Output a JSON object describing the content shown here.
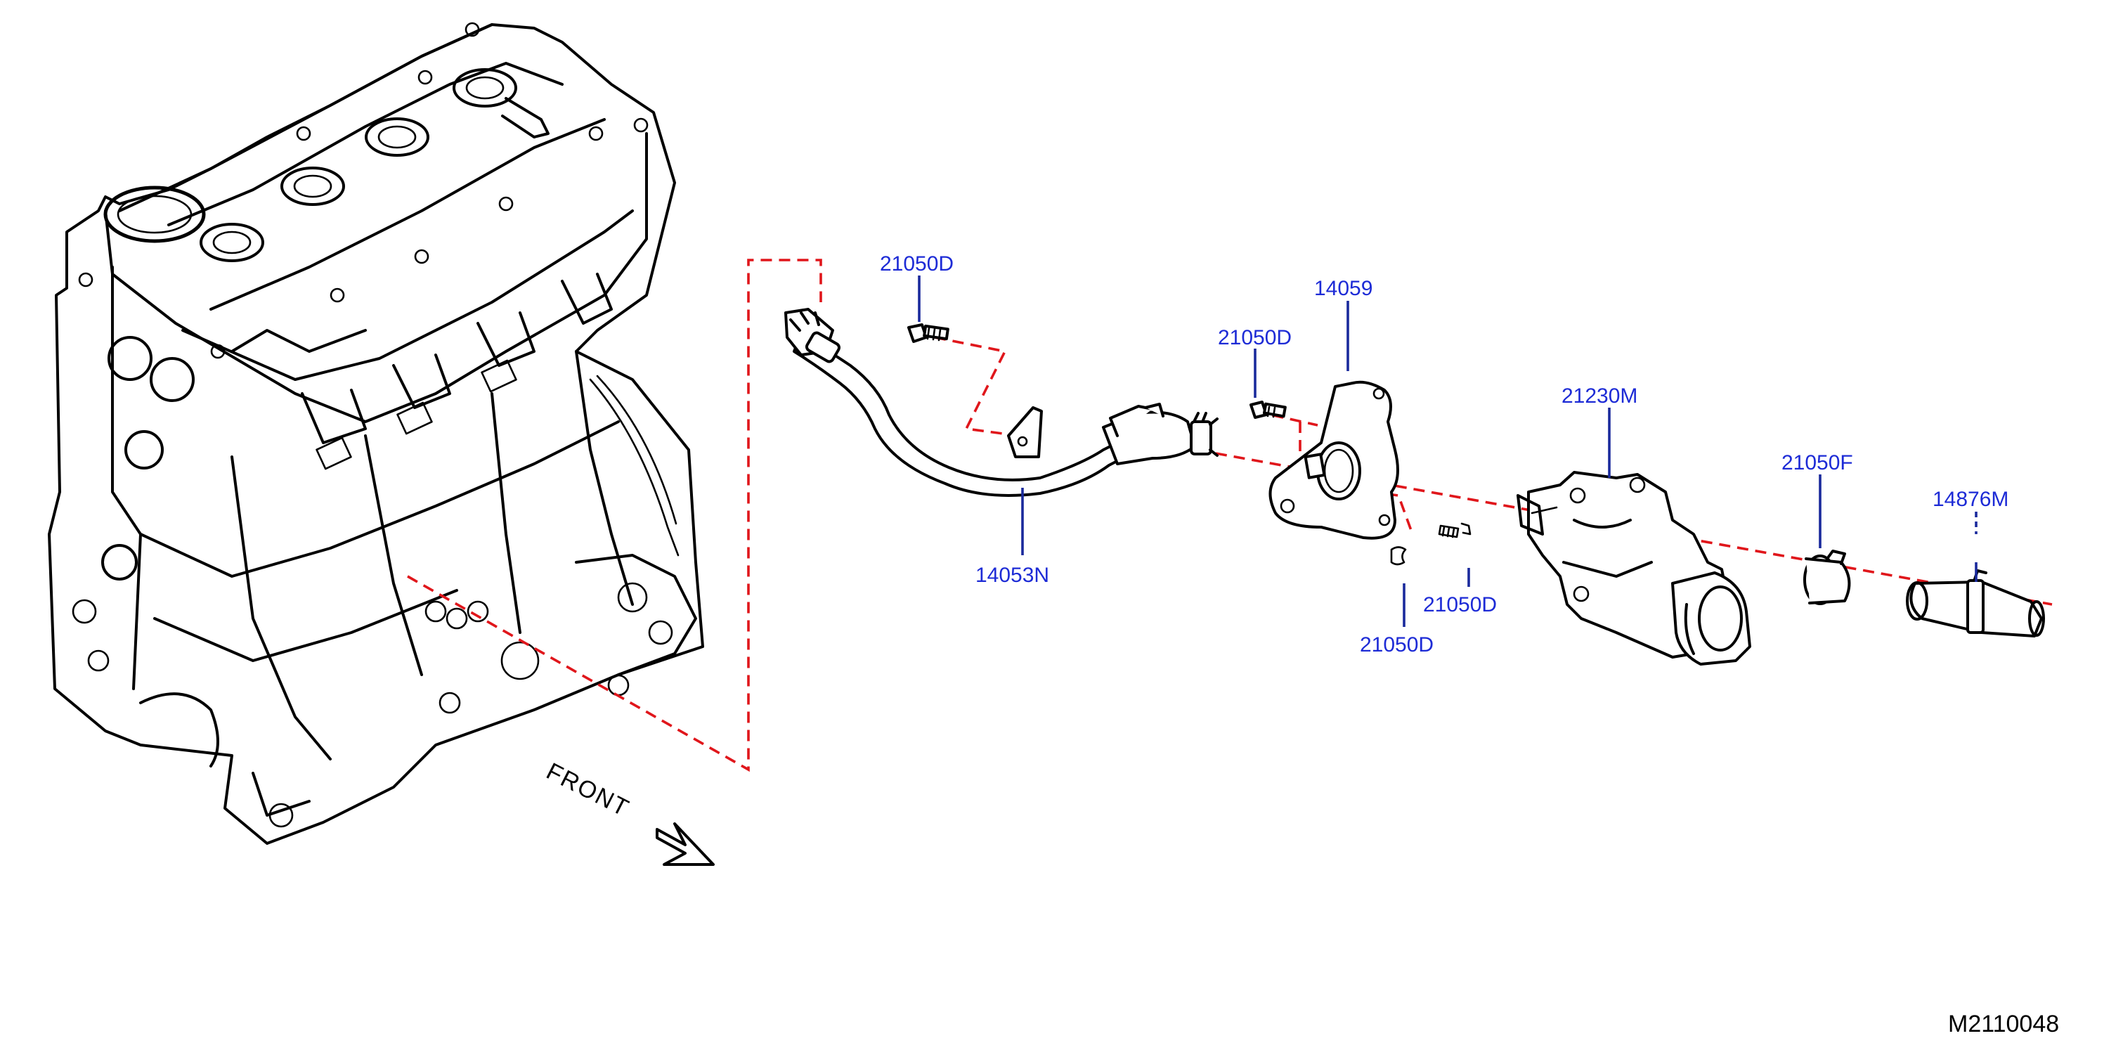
{
  "diagram": {
    "figure_id": "M2110048",
    "front_label": "FRONT",
    "callouts": [
      {
        "id": "c1",
        "label": "21050D"
      },
      {
        "id": "c2",
        "label": "14059"
      },
      {
        "id": "c3",
        "label": "21050D"
      },
      {
        "id": "c4",
        "label": "21230M"
      },
      {
        "id": "c5",
        "label": "21050F"
      },
      {
        "id": "c6",
        "label": "14876M"
      },
      {
        "id": "c7",
        "label": "14053N"
      },
      {
        "id": "c8",
        "label": "21050D"
      },
      {
        "id": "c9",
        "label": "21050D"
      }
    ],
    "colors": {
      "callout_text": "#1d2bd6",
      "leader": "#1a2a9c",
      "guide_dash": "#e0161b",
      "line_art": "#000000"
    }
  }
}
